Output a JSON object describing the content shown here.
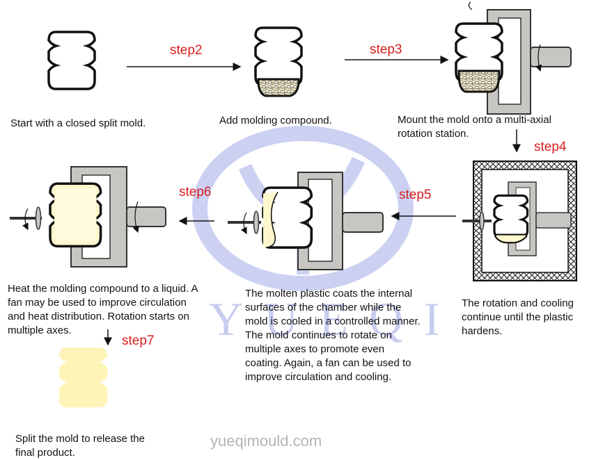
{
  "watermark": {
    "letters": "YUEQI",
    "url": "yueqimould.com"
  },
  "steps": {
    "s1": {
      "caption": "Start with a closed split mold."
    },
    "s2": {
      "label": "step2",
      "caption": "Add molding compound."
    },
    "s3": {
      "label": "step3",
      "caption_l1": "Mount the mold onto a multi-axial",
      "caption_l2": "rotation station."
    },
    "s4": {
      "label": "step4",
      "caption_l1": "The rotation and cooling",
      "caption_l2": "continue until the plastic",
      "caption_l3": "hardens."
    },
    "s5": {
      "label": "step5",
      "caption_l1": "The molten plastic coats the internal",
      "caption_l2": "surfaces of the chamber while the",
      "caption_l3": "mold is cooled in a controlled manner.",
      "caption_l4": "The mold continues to rotate on",
      "caption_l5": "multiple axes to promote even",
      "caption_l6": "coating. Again, a fan can be used to",
      "caption_l7": "improve circulation and cooling."
    },
    "s6": {
      "label": "step6",
      "caption_l1": "Heat the molding compound to a liquid. A",
      "caption_l2": "fan may be used to improve circulation",
      "caption_l3": "and heat distribution. Rotation starts on",
      "caption_l4": "multiple axes."
    },
    "s7": {
      "label": "step7",
      "caption_l1": "Split the mold to release the",
      "caption_l2": "final product."
    }
  },
  "colors": {
    "outline": "#111111",
    "frame": "#c8c6c3",
    "compound": "#fff7cc",
    "label": "#d71e1e",
    "watermark": "#c8cdf0"
  }
}
